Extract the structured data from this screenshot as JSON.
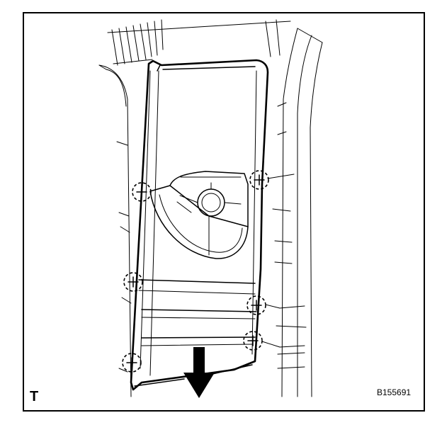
{
  "figure": {
    "corner_label": "T",
    "figure_code": "B155691"
  },
  "colors": {
    "ink": "#000000",
    "paper": "#ffffff"
  },
  "callouts": {
    "removal_direction": "down-arrow-icon",
    "clip_markers": 6
  }
}
